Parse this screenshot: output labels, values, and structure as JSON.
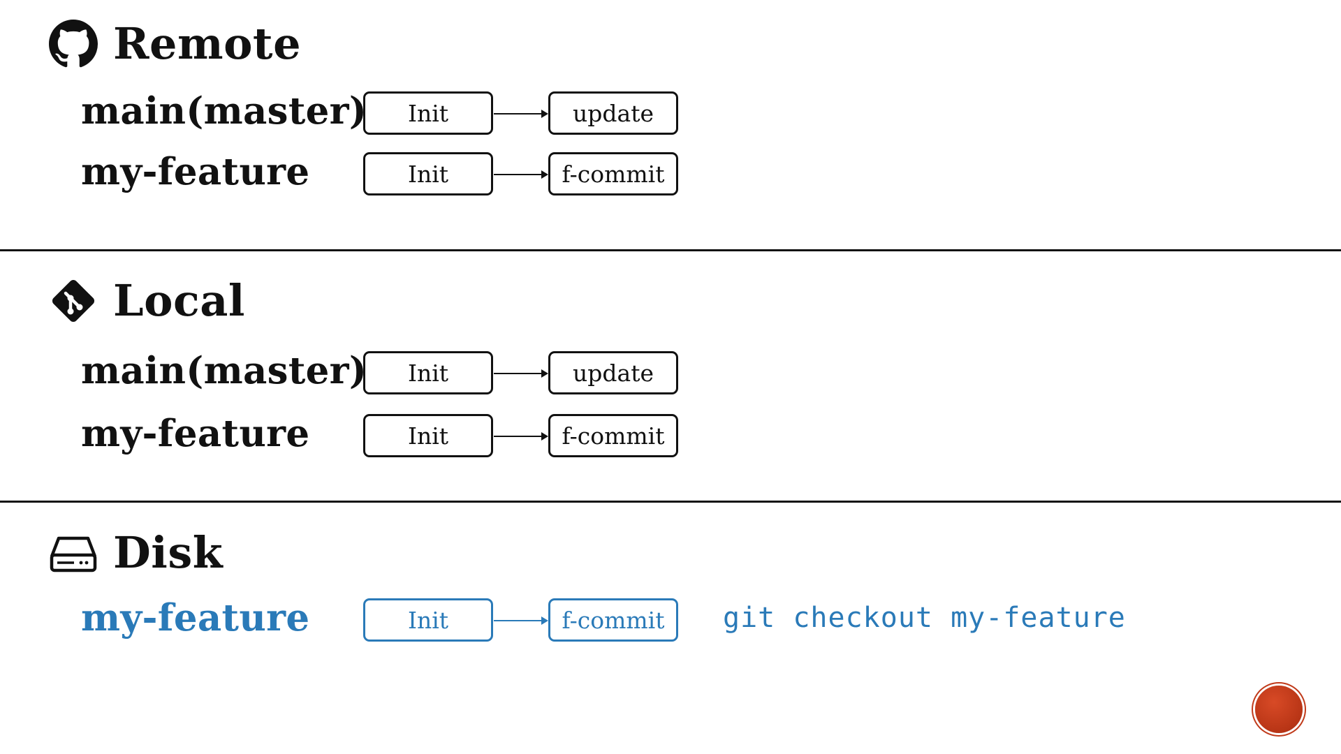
{
  "sections": {
    "remote": {
      "title": "Remote",
      "icon": "github-icon",
      "branches": [
        {
          "label": "main(master)",
          "commits": [
            "Init",
            "update"
          ]
        },
        {
          "label": "my-feature",
          "commits": [
            "Init",
            "f-commit"
          ]
        }
      ]
    },
    "local": {
      "title": "Local",
      "icon": "git-icon",
      "branches": [
        {
          "label": "main(master)",
          "commits": [
            "Init",
            "update"
          ]
        },
        {
          "label": "my-feature",
          "commits": [
            "Init",
            "f-commit"
          ]
        }
      ]
    },
    "disk": {
      "title": "Disk",
      "icon": "hard-drive-icon",
      "branches": [
        {
          "label": "my-feature",
          "commits": [
            "Init",
            "f-commit"
          ]
        }
      ],
      "command": "git checkout my-feature"
    }
  },
  "colors": {
    "text": "#111111",
    "highlight": "#2a7ab8",
    "nav_dot": "#c03a1a"
  }
}
